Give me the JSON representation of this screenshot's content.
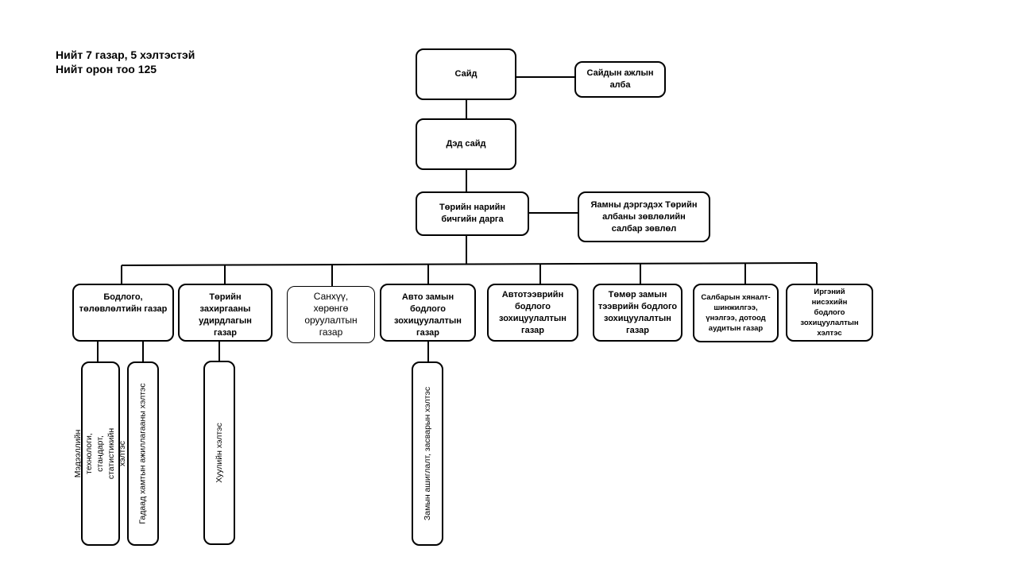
{
  "summary": {
    "line1": "Нийт 7 газар, 5 хэлтэстэй",
    "line2": "Нийт орон тоо 125"
  },
  "top": {
    "minister": "Сайд",
    "minister_office": "Сайдын ажлын алба",
    "deputy_minister": "Дэд сайд",
    "state_secretary": "Төрийн нарийн бичгийн дарга",
    "council": "Яамны дэргэдэх Төрийн албаны зөвлөлийн салбар зөвлөл"
  },
  "departments": [
    "Бодлого, төлөвлөлтийн газар",
    "Төрийн захиргааны удирдлагын газар",
    "Санхүү, хөрөнгө оруулалтын газар",
    "Авто замын бодлого зохицуулалтын газар",
    "Автотээврийн бодлого зохицуулалтын газар",
    "Төмөр замын тээврийн бодлого зохицуулалтын газар",
    "Салбарын хяналт-шинжилгээ, үнэлгээ, дотоод аудитын газар",
    "Иргэний нисэхийн бодлого зохицуулалтын хэлтэс"
  ],
  "divisions": [
    "Мэдээллийн технологи, стандарт, статистикийн хэлтэс",
    "Гадаад хамтын ажиллагааны хэлтэс",
    "Хуулийн хэлтэс",
    "Замын ашиглалт, засварын хэлтэс"
  ]
}
